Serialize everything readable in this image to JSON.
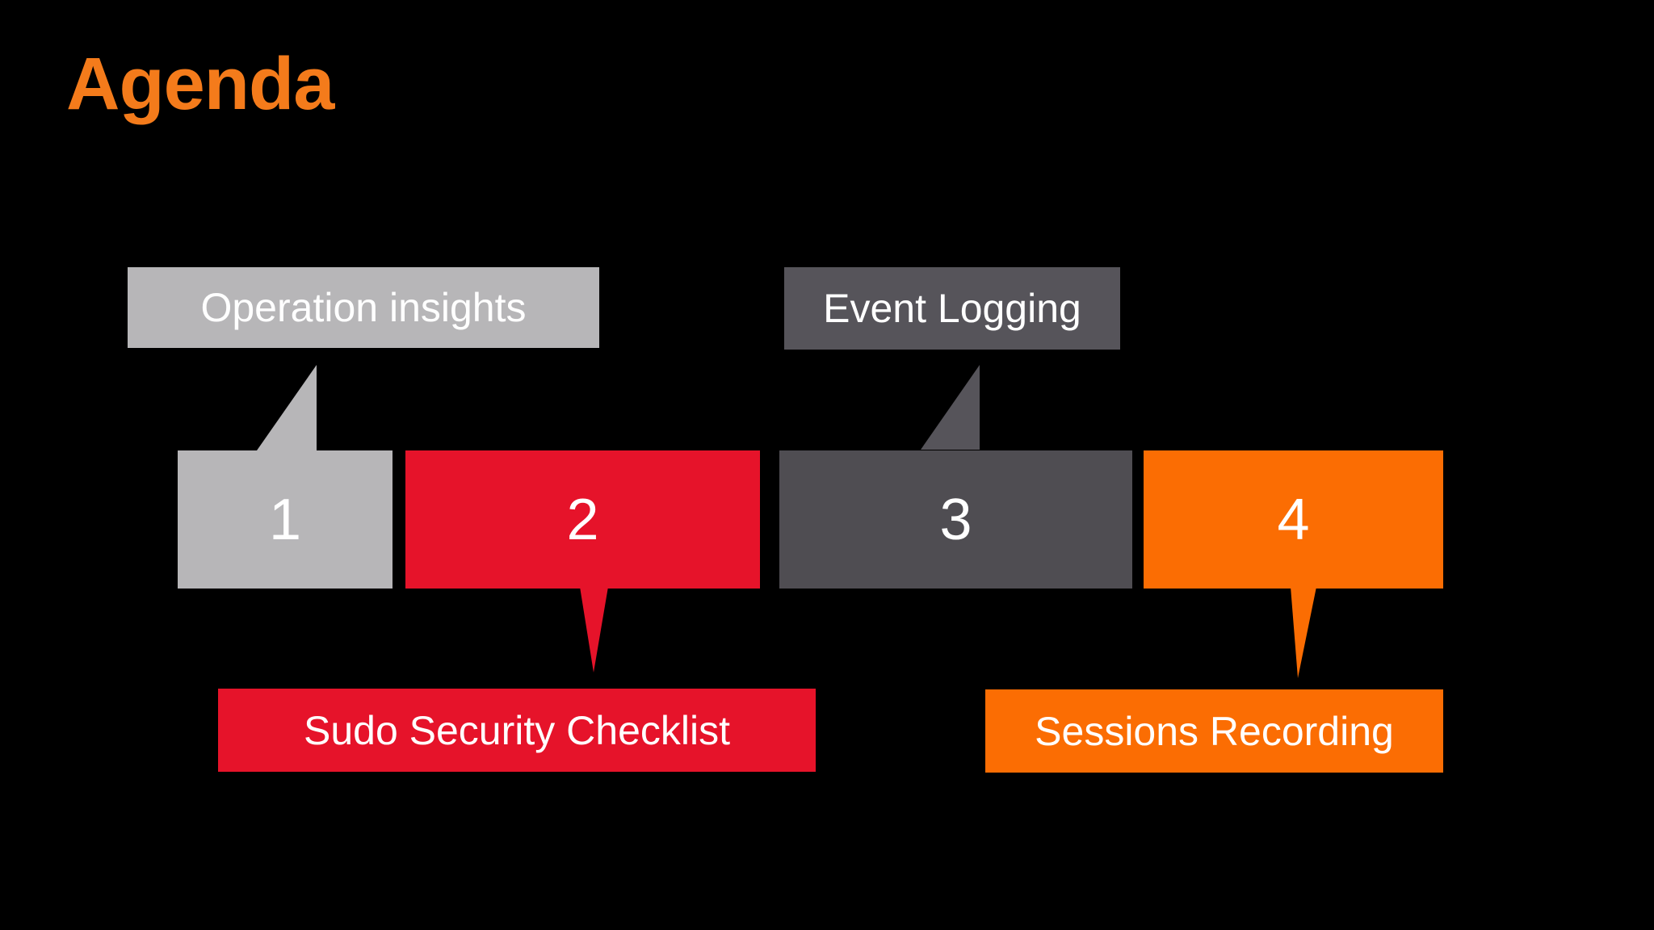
{
  "slide": {
    "title": "Agenda"
  },
  "colors": {
    "background": "#000000",
    "title": "#F47B1B",
    "text": "#FFFFFF",
    "step1": "#B7B6B8",
    "step2": "#E6132A",
    "step3_box": "#4F4D52",
    "step3_label": "#56545A",
    "step4": "#FB6D03"
  },
  "agenda_items": [
    {
      "number": "1",
      "label": "Operation insights",
      "label_position": "above"
    },
    {
      "number": "2",
      "label": "Sudo Security Checklist",
      "label_position": "below"
    },
    {
      "number": "3",
      "label": "Event Logging",
      "label_position": "above"
    },
    {
      "number": "4",
      "label": "Sessions Recording",
      "label_position": "below"
    }
  ]
}
